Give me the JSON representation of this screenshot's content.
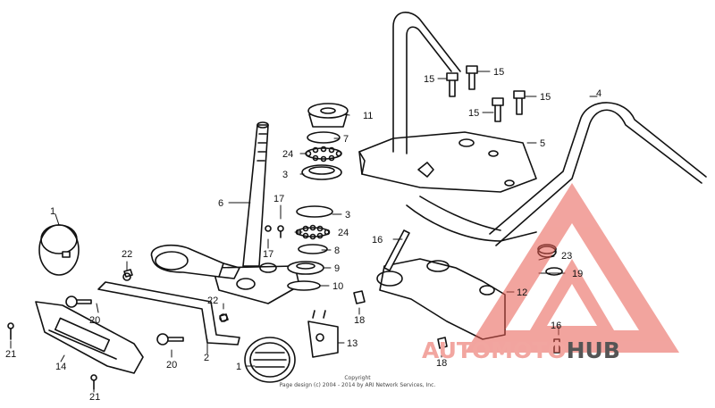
{
  "diagram": {
    "callouts": [
      "1",
      "2",
      "3",
      "4",
      "5",
      "6",
      "7",
      "8",
      "9",
      "10",
      "11",
      "12",
      "13",
      "14",
      "15",
      "16",
      "17",
      "18",
      "19",
      "20",
      "21",
      "22",
      "23",
      "24"
    ],
    "copyright_line1": "Copyright",
    "copyright_line2": "Page design (c) 2004 - 2014 by ARI Network Services, Inc."
  },
  "watermark": {
    "brand_part1": "AUTOMOTO",
    "brand_part2": "HUB",
    "color_primary": "#e85a50",
    "color_secondary": "#555555"
  }
}
